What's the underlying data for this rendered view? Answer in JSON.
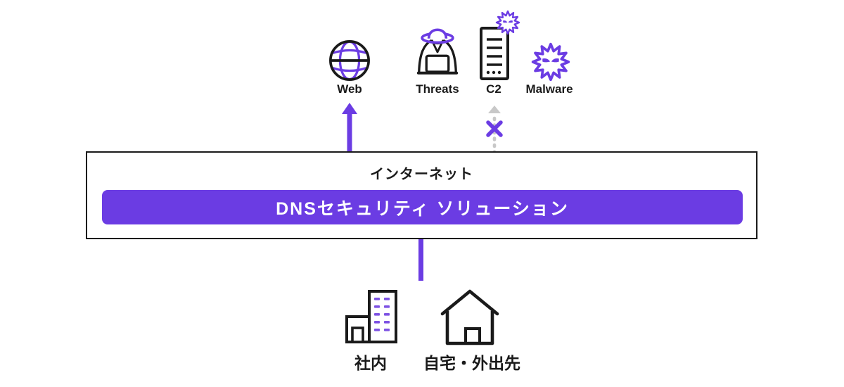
{
  "diagram": {
    "title_hint": "DNS security solution network diagram",
    "internet_box": {
      "label": "インターネット"
    },
    "dns_bar": {
      "label": "DNSセキュリティ ソリューション"
    },
    "destinations": [
      {
        "id": "web",
        "label": "Web",
        "blocked": false
      },
      {
        "id": "threats",
        "label": "Threats",
        "blocked": true
      },
      {
        "id": "c2",
        "label": "C2",
        "blocked": true
      },
      {
        "id": "malware",
        "label": "Malware",
        "blocked": true
      }
    ],
    "sources": [
      {
        "id": "office",
        "label": "社内"
      },
      {
        "id": "home-remote",
        "label": "自宅・外出先"
      }
    ],
    "colors": {
      "accent_purple": "#6b3ce3",
      "window_purple": "#7d52e3",
      "outline_black": "#1a1a1a",
      "blocked_gray": "#c8c8c8",
      "bar_text": "#ffffff",
      "background": "#ffffff"
    }
  }
}
